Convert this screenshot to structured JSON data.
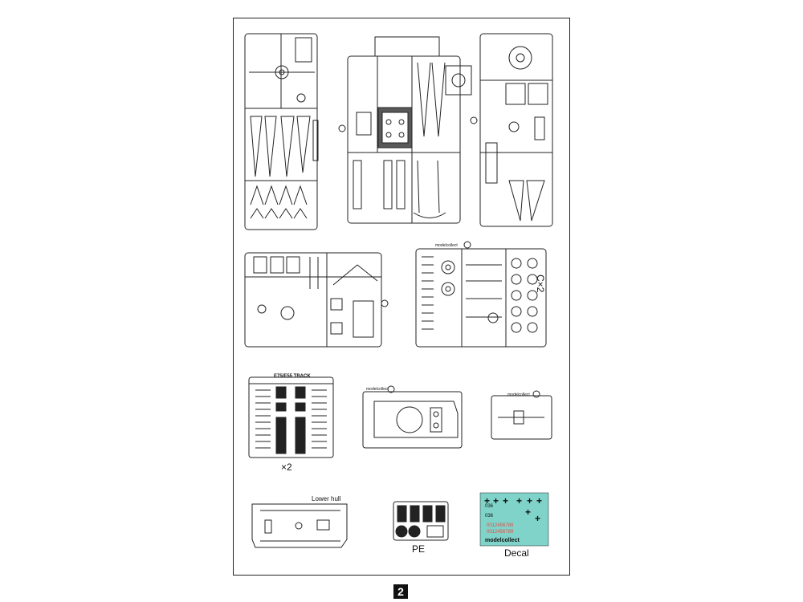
{
  "page_number": "2",
  "labels": {
    "c_multiplier": "C×2",
    "track_multiplier": "×2",
    "lower_hull": "Lower hull",
    "pe": "PE",
    "decal": "Decal"
  },
  "track_header": "E75/E55 TRACK",
  "sprue_brand": "modelcollect",
  "decal_codes": [
    "036",
    "036"
  ],
  "decal_digit_rows": [
    "0012456789",
    "0012456789"
  ],
  "colors": {
    "line": "#222222",
    "decal_bg": "#7fd3c9",
    "decal_red": "#e0504a"
  }
}
